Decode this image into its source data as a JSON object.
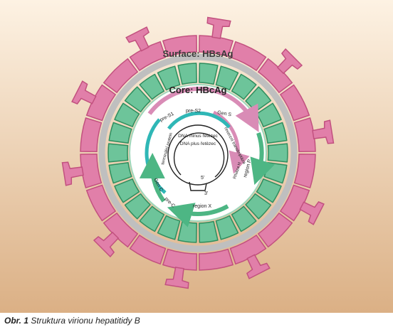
{
  "figure": {
    "colors": {
      "background_top": "#fdf2e3",
      "background_bottom": "#dbb085",
      "surface_fill": "#e17fa9",
      "surface_dark": "#c2517f",
      "core_fill": "#6dc49a",
      "core_dark": "#2f8e5f",
      "ring_gray": "#bfbfbf",
      "genome_bg": "#ffffff",
      "arrow_pink": "#d98cb6",
      "arrow_teal": "#2fb7b6",
      "arrow_green": "#4db684"
    },
    "surface_label": "Surface: HBsAg",
    "core_label": "Core: HBcAg",
    "genome_labels": {
      "pre_s1": "pre-S1",
      "pre_s2": "pre-S2",
      "gen_s": "Gen S",
      "dna_minus": "DNA minus řetězec",
      "dna_plus": "DNA plus řetězec",
      "region_p": "region P",
      "region_x": "region X",
      "gen_c": "Gen C",
      "pre_c": "pre-C",
      "primer_terminal_protein": "terminální protein",
      "rt_domain": "reverzní transkriptáza",
      "rnase": "RNáza H",
      "five_prime": "5'",
      "three_prime": "3'"
    }
  },
  "caption": {
    "label": "Obr. 1",
    "text": "Struktura virionu hepatitidy B"
  }
}
